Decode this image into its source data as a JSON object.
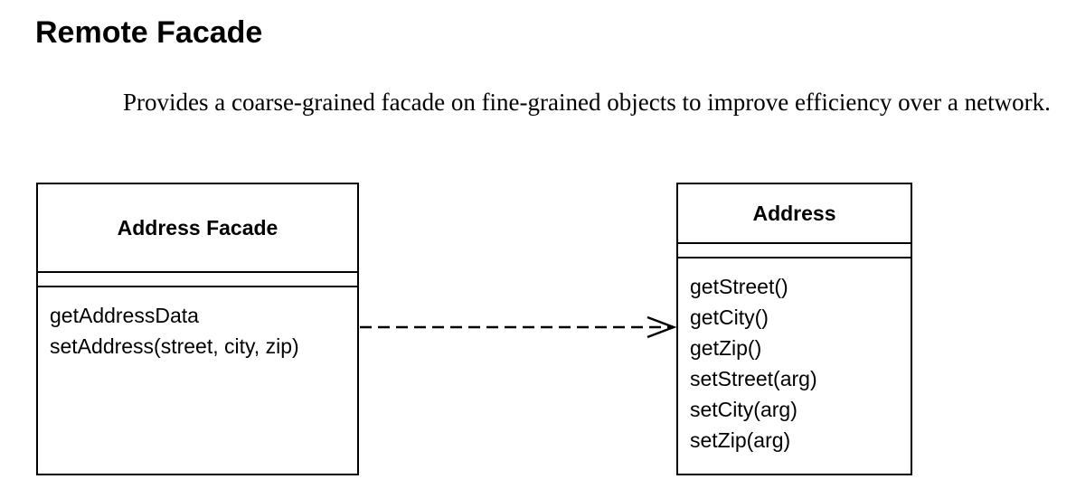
{
  "title": "Remote Facade",
  "description": "Provides a coarse-grained facade on fine-grained objects to improve efficiency over a network.",
  "diagram": {
    "facade_class": {
      "name": "Address Facade",
      "operations": [
        "getAddressData",
        "setAddress(street, city, zip)"
      ]
    },
    "target_class": {
      "name": "Address",
      "operations": [
        "getStreet()",
        "getCity()",
        "getZip()",
        "setStreet(arg)",
        "setCity(arg)",
        "setZip(arg)"
      ]
    },
    "relationship": {
      "type": "dependency",
      "line_style": "dashed",
      "arrowhead": "open"
    }
  }
}
